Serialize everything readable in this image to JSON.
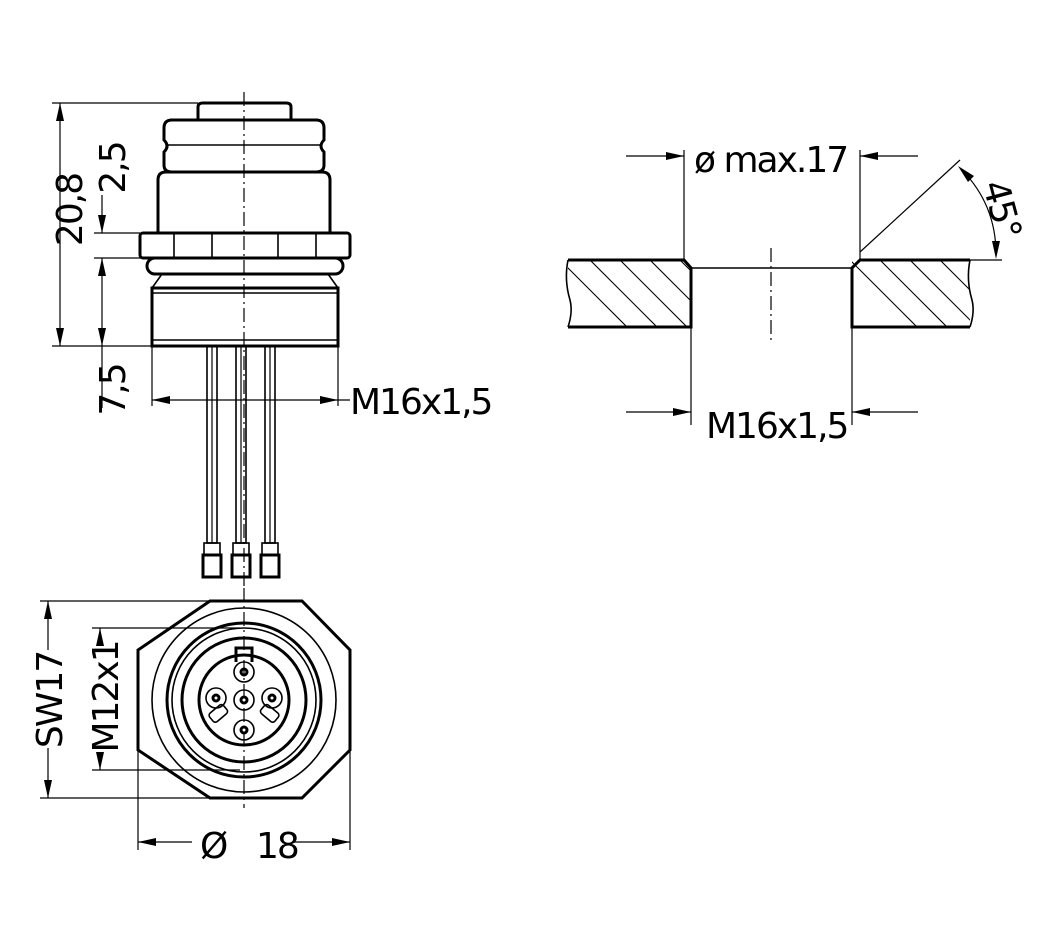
{
  "dimensions": {
    "overall_height": "20,8",
    "groove": "2,5",
    "thread_length": "7,5",
    "rear_thread": "M16x1,5",
    "front_thread": "M12x1",
    "wrench_size": "SW17",
    "nut_diameter_symbol": "Ø",
    "nut_diameter": "18",
    "hole_diameter": "ø max.17",
    "chamfer_angle": "45°",
    "hole_thread": "M16x1,5"
  }
}
